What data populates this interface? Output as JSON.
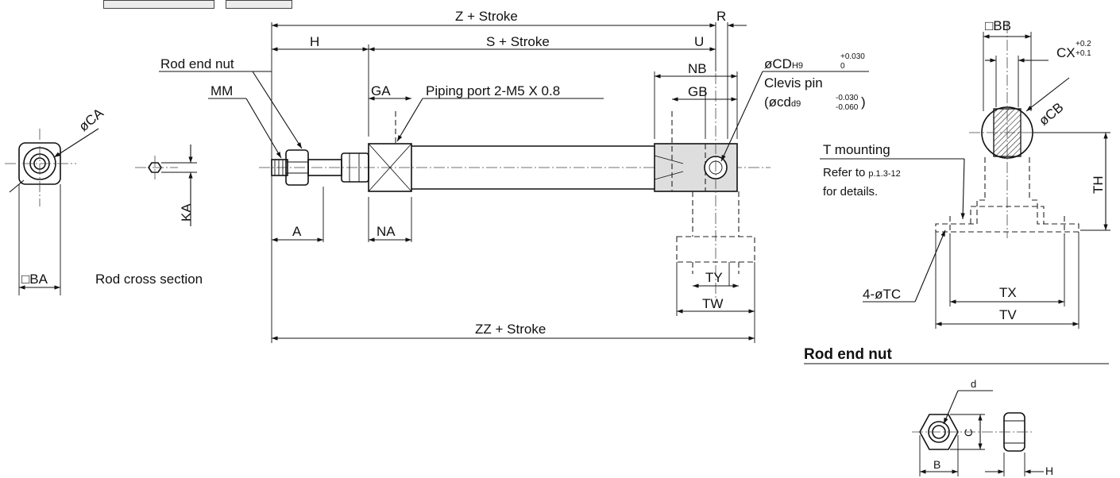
{
  "toolbar": {
    "button_1": "",
    "button_2": ""
  },
  "labels": {
    "z_stroke": "Z + Stroke",
    "r": "R",
    "h": "H",
    "s_stroke": "S + Stroke",
    "u": "U",
    "nb": "NB",
    "gb": "GB",
    "rod_end_nut_callout": "Rod end nut",
    "mm": "MM",
    "ga": "GA",
    "piping_port": "Piping port 2-M5 X 0.8",
    "ocd_main": "øCD",
    "ocd_fit": "H9",
    "ocd_tol_upper": "+0.030",
    "ocd_tol_lower": "0",
    "clevis_pin": "Clevis pin",
    "pin_open": "(øcd",
    "pin_fit": "d9",
    "pin_tol_upper": "-0.030",
    "pin_tol_lower": "-0.060",
    "pin_close": ")",
    "oca": "øCA",
    "ka": "KA",
    "a": "A",
    "na": "NA",
    "ba": "□BA",
    "rod_cross_section": "Rod cross section",
    "ty": "TY",
    "tw": "TW",
    "zz_stroke": "ZZ + Stroke",
    "bb": "□BB",
    "cx": "CX",
    "cx_tol_upper": "+0.2",
    "cx_tol_lower": "+0.1",
    "ocb": "øCB",
    "t_mounting": "T mounting",
    "refer_to": "Refer to",
    "refer_page": "p.1.3-12",
    "for_details": "for details.",
    "th": "TH",
    "four_otc": "4-øTC",
    "tx": "TX",
    "tv": "TV",
    "rod_end_nut_heading": "Rod end nut",
    "nut_d": "d",
    "nut_c": "C",
    "nut_b": "B",
    "nut_h": "H"
  }
}
